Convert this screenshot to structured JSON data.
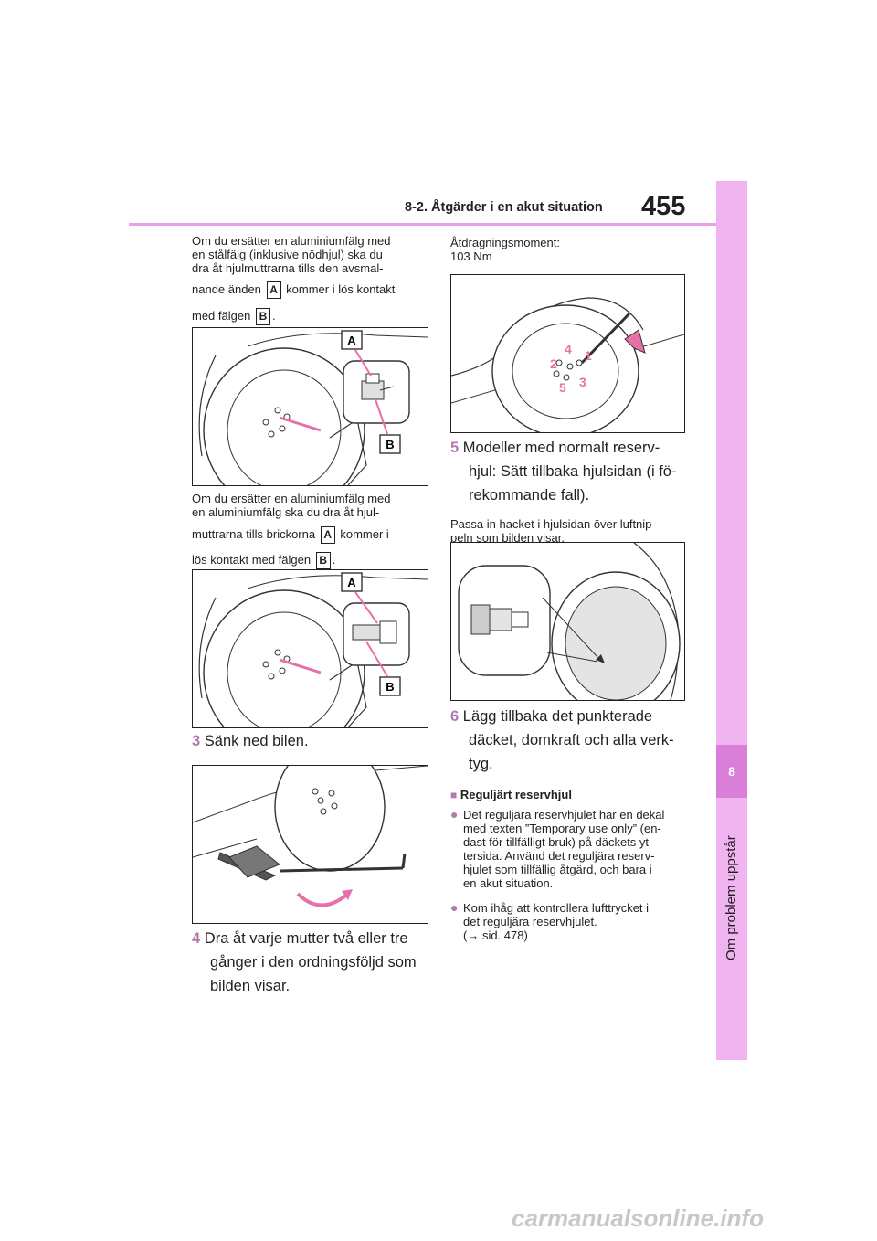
{
  "header": {
    "section_title": "8-2. Åtgärder i en akut situation",
    "page_number": "455"
  },
  "side_tab": {
    "chapter_number": "8",
    "chapter_label": "Om problem uppstår"
  },
  "left_column": {
    "para1": {
      "line1": "Om du ersätter en aluminiumfälg med",
      "line2": "en stålfälg (inklusive nödhjul) ska du",
      "line3": "dra åt hjulmuttrarna tills den avsmal-",
      "line4_pre": "nande änden",
      "line4_post": "kommer i lös kontakt",
      "line5_pre": "med fälgen",
      "line5_post": "."
    },
    "para2": {
      "line1": "Om du ersätter en aluminiumfälg med",
      "line2": "en aluminiumfälg ska du dra åt hjul-",
      "line3_pre": "muttrarna tills brickorna",
      "line3_post": "kommer i",
      "line4_pre": "lös kontakt med fälgen",
      "line4_post": "."
    },
    "step3": {
      "num": "3",
      "text": "Sänk ned bilen."
    },
    "step4": {
      "num": "4",
      "line1": "Dra åt varje mutter två eller tre",
      "line2": "gånger i den ordningsföljd som",
      "line3": "bilden visar."
    }
  },
  "labels": {
    "a": "A",
    "b": "B"
  },
  "right_column": {
    "torque": {
      "line1": "Åtdragningsmoment:",
      "line2": "103 Nm"
    },
    "order_numbers": [
      "1",
      "2",
      "3",
      "4",
      "5"
    ],
    "step5": {
      "num": "5",
      "line1": "Modeller med normalt reserv-",
      "line2": "hjul: Sätt tillbaka hjulsidan (i fö-",
      "line3": "rekommande fall)."
    },
    "para3": {
      "line1": "Passa in hacket i hjulsidan över luftnip-",
      "line2": "peln som bilden visar."
    },
    "step6": {
      "num": "6",
      "line1": "Lägg tillbaka det punkterade",
      "line2": "däcket, domkraft och alla verk-",
      "line3": "tyg."
    },
    "info": {
      "heading_bullet": "■",
      "heading": "Reguljärt reservhjul",
      "bullet": "●",
      "item1": {
        "line1": "Det reguljära reservhjulet har en dekal",
        "line2": "med texten ”Temporary use only” (en-",
        "line3": "dast för tillfälligt bruk) på däckets yt-",
        "line4": "tersida. Använd det reguljära reserv-",
        "line5": "hjulet som tillfällig åtgärd, och bara i",
        "line6": "en akut situation."
      },
      "item2": {
        "line1": "Kom ihåg att kontrollera lufttrycket i",
        "line2": "det reguljära reservhjulet.",
        "line3": "(→ sid. 478)"
      }
    }
  },
  "colors": {
    "accent": "#e8a0e8",
    "tab": "#d97fd9",
    "strip": "#efb3ef",
    "step": "#b07ab0",
    "figure_pink": "#e870a8"
  },
  "watermark": "carmanualsonline.info"
}
